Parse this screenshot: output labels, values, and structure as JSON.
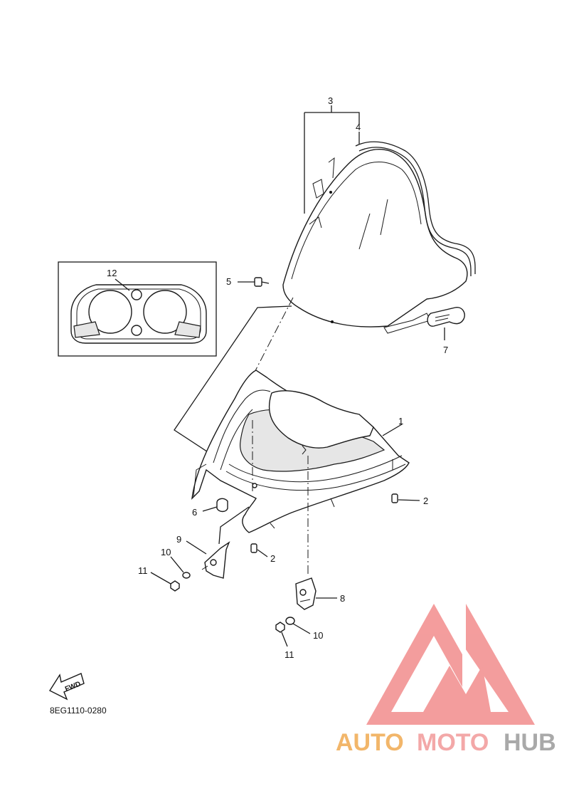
{
  "callouts": {
    "c1": "1",
    "c2a": "2",
    "c2b": "2",
    "c3": "3",
    "c4": "4",
    "c5": "5",
    "c6": "6",
    "c7": "7",
    "c8": "8",
    "c9": "9",
    "c10a": "10",
    "c10b": "10",
    "c11a": "11",
    "c11b": "11",
    "c12": "12"
  },
  "fwd_label": "FWD",
  "drawing_code": "8EG1110-0280",
  "watermark": {
    "text_auto": "AUTO",
    "text_moto": "MOTO",
    "text_hub": "HUB",
    "color_auto": "#f2b66a",
    "color_moto": "#f3a8a8",
    "color_hub": "#a9a9a9",
    "icon": "triangle-mountain-logo"
  }
}
